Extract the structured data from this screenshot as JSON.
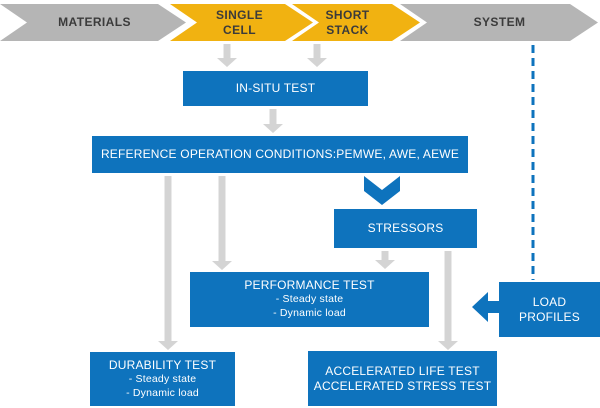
{
  "colors": {
    "blue": "#0e73bd",
    "yellow": "#f1b211",
    "banner_gray": "#b5b5b5",
    "arrow_gray": "#d4d4d4"
  },
  "banner": {
    "stages": [
      {
        "label": "MATERIALS"
      },
      {
        "label": "SINGLE\nCELL"
      },
      {
        "label": "SHORT\nSTACK"
      },
      {
        "label": "SYSTEM"
      }
    ]
  },
  "boxes": {
    "in_situ": {
      "title": "IN-SITU TEST"
    },
    "reference": {
      "title": "REFERENCE OPERATION CONDITIONS:PEMWE, AWE, AEWE"
    },
    "stressors": {
      "title": "STRESSORS"
    },
    "performance": {
      "title": "PERFORMANCE TEST",
      "items": [
        "- Steady state",
        "- Dynamic load"
      ]
    },
    "durability": {
      "title": "DURABILITY TEST",
      "items": [
        "- Steady state",
        "- Dynamic load"
      ]
    },
    "accelerated": {
      "title": "ACCELERATED LIFE TEST\nACCELERATED STRESS TEST"
    },
    "load_profiles": {
      "title": "LOAD\nPROFILES"
    }
  }
}
